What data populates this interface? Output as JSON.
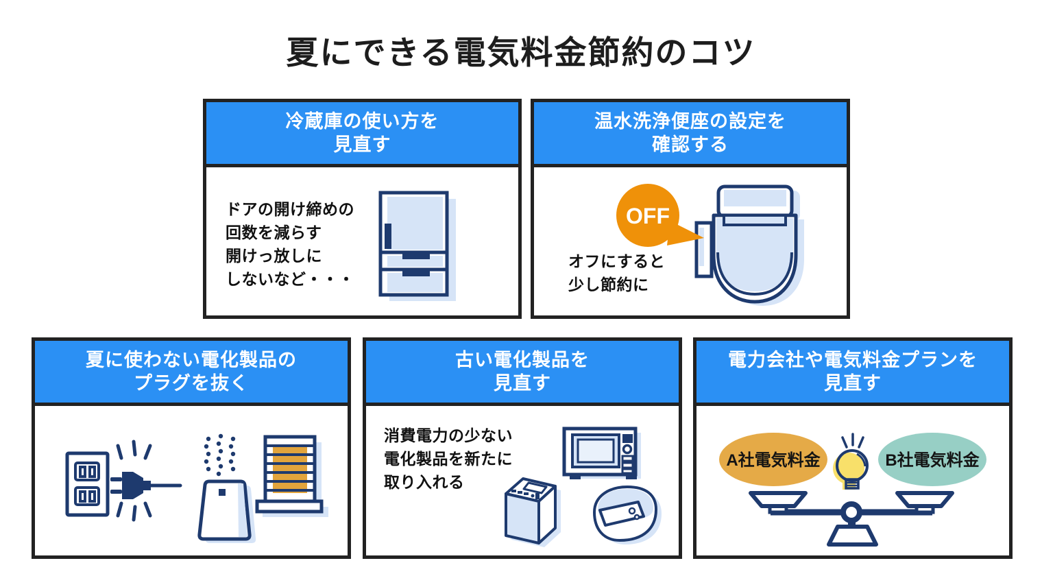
{
  "title": "夏にできる電気料金節約のコツ",
  "colors": {
    "header_blue": "#2b90f4",
    "card_border": "#222222",
    "outline_navy": "#1e3a6e",
    "fill_light_blue": "#d6e4f7",
    "badge_orange": "#ef9109",
    "company_a_gold": "#e5aa47",
    "company_b_teal": "#97cfc5",
    "bulb_yellow": "#f8e06a",
    "heater_orange": "#e2a43c",
    "text_dark": "#111111"
  },
  "cards": [
    {
      "header": "冷蔵庫の使い方を\n見直す",
      "body": "ドアの開け締めの\n回数を減らす\n開けっ放しに\nしないなど・・・",
      "icons": [
        "refrigerator-icon"
      ]
    },
    {
      "header": "温水洗浄便座の設定を\n確認する",
      "badge": "OFF",
      "body": "オフにすると\n少し節約に",
      "icons": [
        "toilet-seat-icon",
        "off-badge"
      ]
    },
    {
      "header": "夏に使わない電化製品の\nプラグを抜く",
      "icons": [
        "outlet-icon",
        "plug-icon",
        "humidifier-icon",
        "heater-icon"
      ]
    },
    {
      "header": "古い電化製品を\n見直す",
      "body": "消費電力の少ない\n電化製品を新たに\n取り入れる",
      "icons": [
        "microwave-icon",
        "washing-machine-icon",
        "rice-cooker-icon"
      ]
    },
    {
      "header": "電力会社や電気料金プランを\n見直す",
      "label_a": "A社電気料金",
      "label_b": "B社電気料金",
      "icons": [
        "lightbulb-icon",
        "balance-scale-icon"
      ]
    }
  ]
}
